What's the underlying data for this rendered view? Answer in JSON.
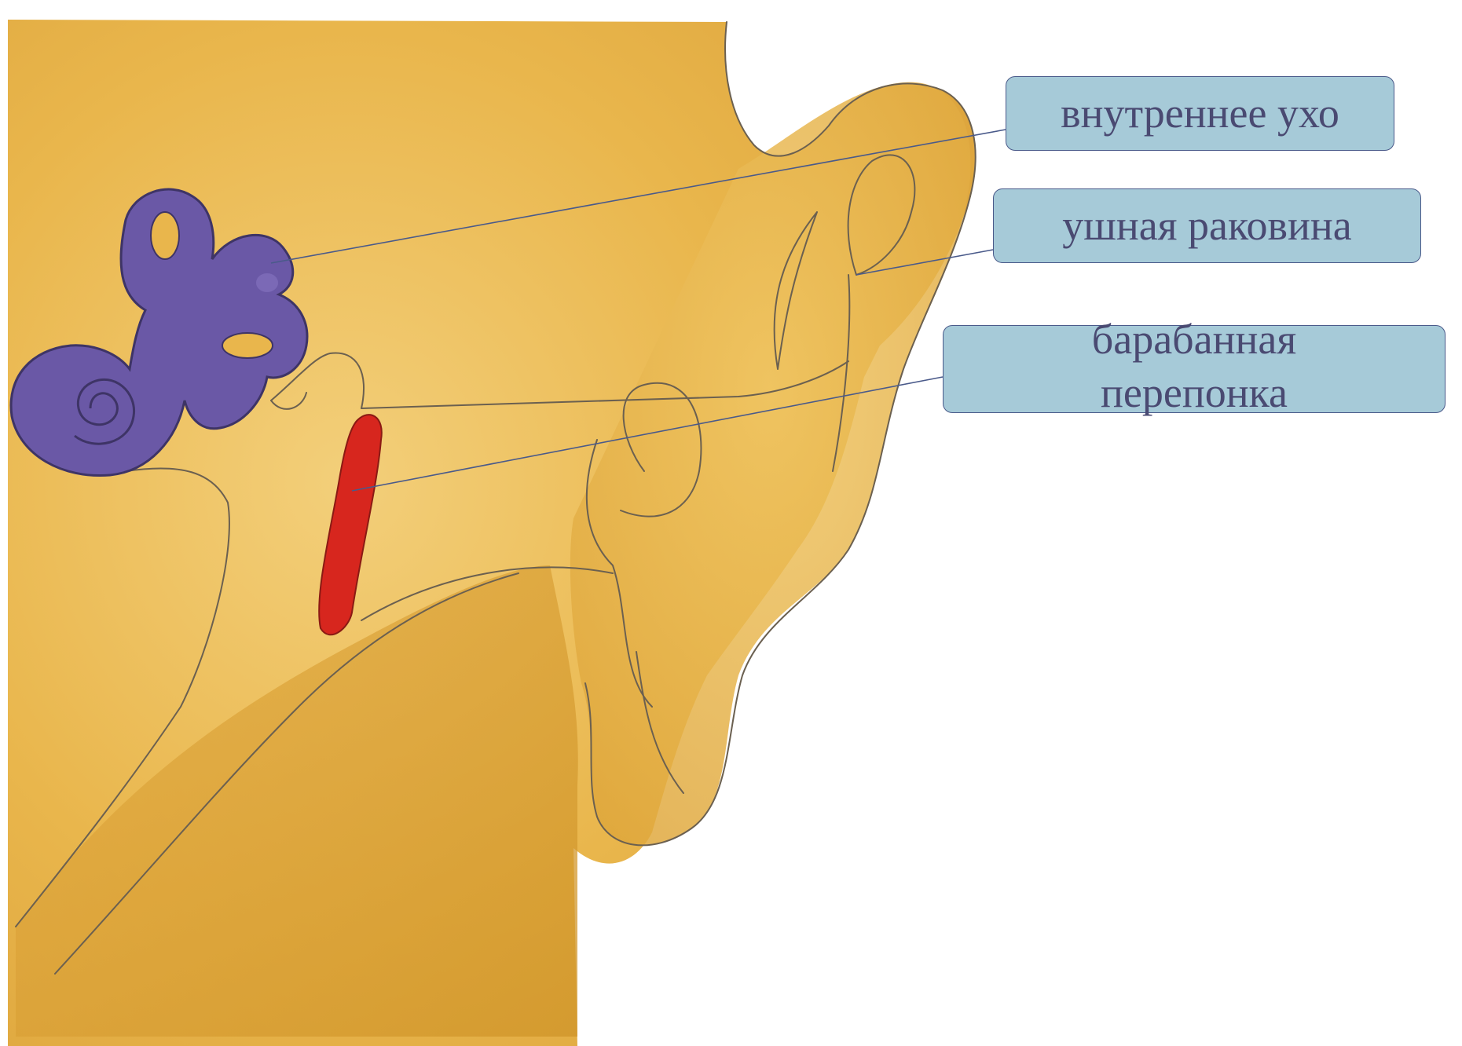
{
  "labels": {
    "inner_ear": "внутреннее ухо",
    "auricle": "ушная раковина",
    "eardrum": "барабанная перепонка"
  },
  "colors": {
    "skin": "#e8b44a",
    "skin_light": "#f1c86c",
    "skin_dark": "#d49a2e",
    "inner_ear": "#6a58a6",
    "eardrum": "#d7261e",
    "label_fill": "#a6cad8",
    "label_border": "#4a5a8a",
    "label_text": "#4a4a72",
    "pencil": "#6b6050"
  }
}
